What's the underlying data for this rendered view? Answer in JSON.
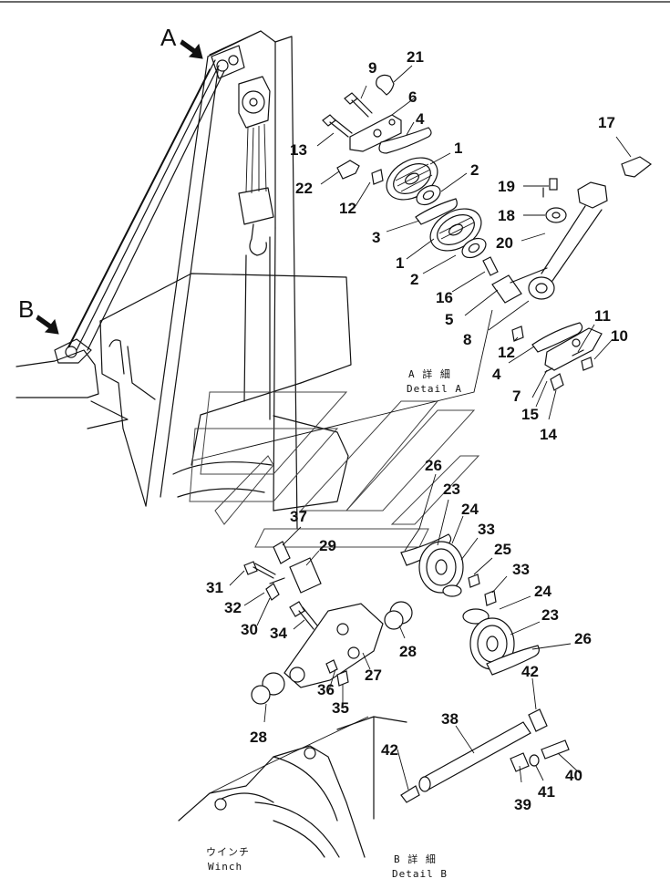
{
  "view_labels": {
    "a": "A",
    "b": "B"
  },
  "detail_a": {
    "jp": "A 詳 細",
    "en": "Detail A"
  },
  "detail_b": {
    "jp": "B 詳 細",
    "en": "Detail B"
  },
  "winch": {
    "jp": "ウインチ",
    "en": "Winch"
  },
  "part_numbers": {
    "n1a": "1",
    "n1b": "1",
    "n2a": "2",
    "n2b": "2",
    "n3": "3",
    "n4a": "4",
    "n4b": "4",
    "n5": "5",
    "n6": "6",
    "n7": "7",
    "n8": "8",
    "n9": "9",
    "n10": "10",
    "n11": "11",
    "n12a": "12",
    "n12b": "12",
    "n13": "13",
    "n14": "14",
    "n15": "15",
    "n16": "16",
    "n17": "17",
    "n18": "18",
    "n19": "19",
    "n20": "20",
    "n21": "21",
    "n22": "22",
    "n23a": "23",
    "n23b": "23",
    "n24a": "24",
    "n24b": "24",
    "n25": "25",
    "n26a": "26",
    "n26b": "26",
    "n27": "27",
    "n28a": "28",
    "n28b": "28",
    "n29": "29",
    "n30": "30",
    "n31": "31",
    "n32": "32",
    "n33a": "33",
    "n33b": "33",
    "n34": "34",
    "n35": "35",
    "n36": "36",
    "n37": "37",
    "n38": "38",
    "n39": "39",
    "n40": "40",
    "n41": "41",
    "n42a": "42",
    "n42b": "42"
  }
}
